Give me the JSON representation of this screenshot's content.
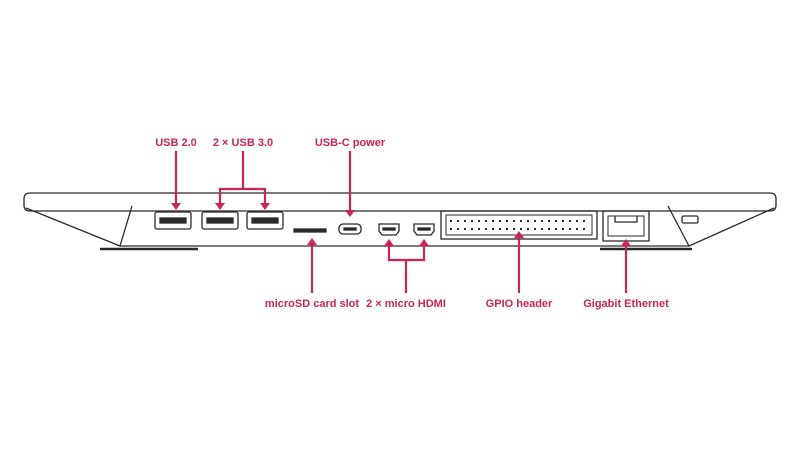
{
  "accent_color": "#cd2355",
  "outline_color": "#2a2a2a",
  "device": {
    "ports": [
      {
        "name": "usb-2-port-icon"
      },
      {
        "name": "usb-3-port-icon"
      },
      {
        "name": "usb-3-port-icon"
      },
      {
        "name": "microsd-slot-icon"
      },
      {
        "name": "usb-c-port-icon"
      },
      {
        "name": "micro-hdmi-port-icon"
      },
      {
        "name": "micro-hdmi-port-icon"
      },
      {
        "name": "gpio-header-icon"
      },
      {
        "name": "ethernet-port-icon"
      },
      {
        "name": "power-led-icon"
      }
    ]
  },
  "labels": {
    "usb2": "USB 2.0",
    "usb3": "2 × USB 3.0",
    "usbc": "USB-C power",
    "microsd": "microSD card slot",
    "hdmi": "2 × micro HDMI",
    "gpio": "GPIO header",
    "ethernet": "Gigabit Ethernet"
  }
}
